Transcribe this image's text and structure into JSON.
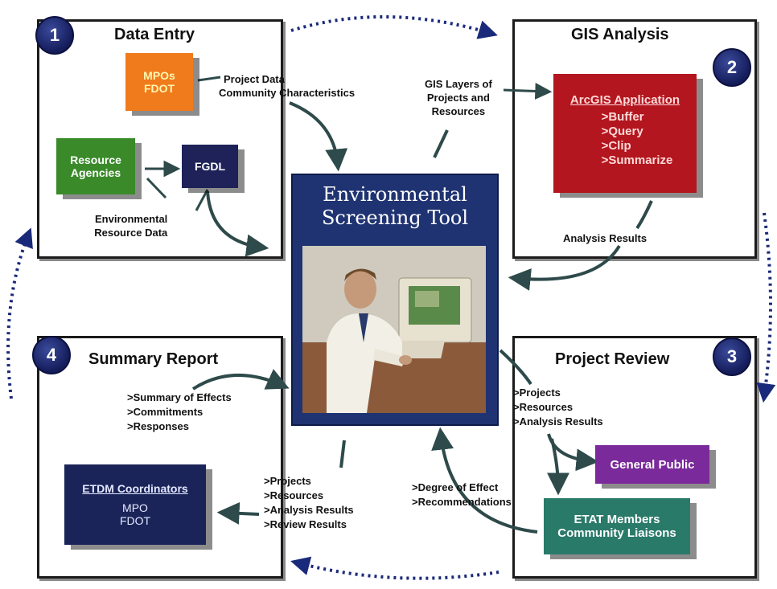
{
  "panels": {
    "data_entry": {
      "number": "1",
      "title": "Data Entry"
    },
    "gis_analysis": {
      "number": "2",
      "title": "GIS Analysis"
    },
    "project_review": {
      "number": "3",
      "title": "Project Review"
    },
    "summary_report": {
      "number": "4",
      "title": "Summary Report"
    }
  },
  "data_entry": {
    "mpos_box": [
      "MPOs",
      "FDOT"
    ],
    "resource_box": [
      "Resource",
      "Agencies"
    ],
    "fgdl_box": "FGDL",
    "project_data_label": [
      "Project Data",
      "Community Characteristics"
    ],
    "env_data_label": [
      "Environmental",
      "Resource Data"
    ]
  },
  "gis": {
    "layers_label": [
      "GIS Layers of",
      "Projects and",
      "Resources"
    ],
    "arcgis_title": "ArcGIS Application",
    "arcgis_items": [
      ">Buffer",
      ">Query",
      ">Clip",
      ">Summarize"
    ],
    "analysis_results": "Analysis Results"
  },
  "center": {
    "title_line1": "Environmental",
    "title_line2": "Screening Tool"
  },
  "review": {
    "list": [
      ">Projects",
      ">Resources",
      ">Analysis Results"
    ],
    "general_public": "General Public",
    "etat_box": [
      "ETAT Members",
      "Community Liaisons"
    ],
    "degree_list": [
      ">Degree of Effect",
      ">Recommendations"
    ]
  },
  "summary": {
    "effects_list": [
      ">Summary of Effects",
      ">Commitments",
      ">Responses"
    ],
    "etdm_title": "ETDM Coordinators",
    "etdm_lines": [
      "MPO",
      "FDOT"
    ],
    "results_list": [
      ">Projects",
      ">Resources",
      ">Analysis Results",
      ">Review Results"
    ]
  },
  "colors": {
    "navy": "#1f3372",
    "orange": "#f07b1c",
    "green": "#3a8a2a",
    "red": "#b3161e",
    "purple": "#7a2a9a",
    "teal": "#2a7a6a",
    "arrow": "#2e4a4a",
    "dotted": "#1a2a7a"
  }
}
